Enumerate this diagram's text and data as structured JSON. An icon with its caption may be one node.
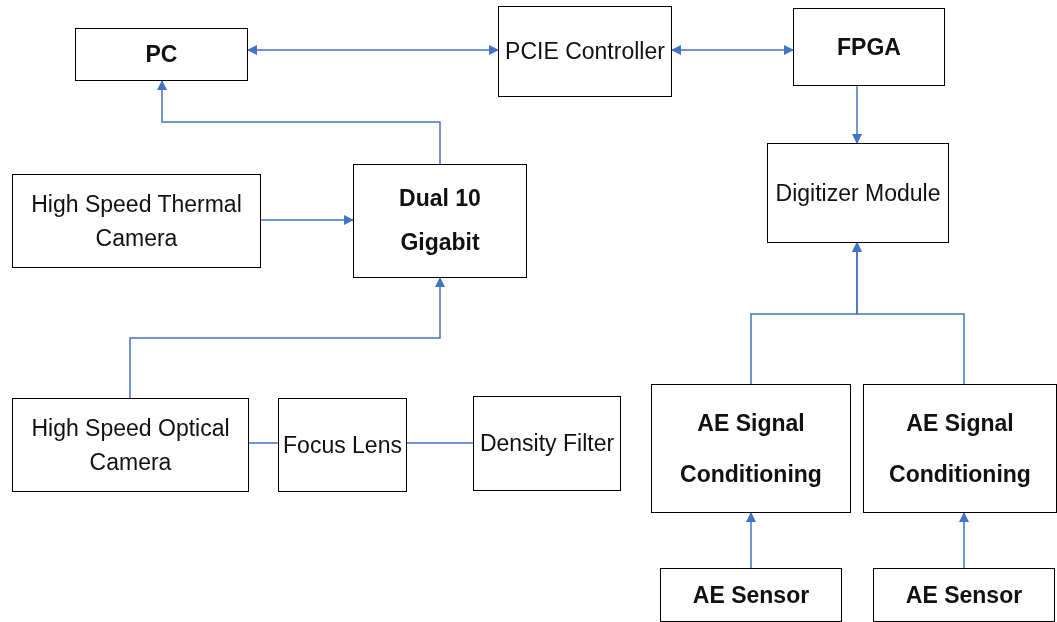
{
  "diagram": {
    "nodes": [
      {
        "text": [
          "PC"
        ]
      },
      {
        "text": [
          "PCIE Controller"
        ]
      },
      {
        "text": [
          "FPGA"
        ]
      },
      {
        "text": [
          "Digitizer Module"
        ]
      },
      {
        "text": [
          "High Speed Thermal Camera"
        ]
      },
      {
        "text": [
          "Dual 10 Gigabit"
        ]
      },
      {
        "text": [
          "High Speed Optical Camera"
        ]
      },
      {
        "text": [
          "Focus Lens"
        ]
      },
      {
        "text": [
          "Density Filter"
        ]
      },
      {
        "text": [
          "AE Signal Conditioning"
        ]
      },
      {
        "text": [
          "AE Signal Conditioning"
        ]
      },
      {
        "text": [
          "AE Sensor"
        ]
      },
      {
        "text": [
          "AE Sensor"
        ]
      }
    ],
    "edges": [
      {
        "from": 0,
        "to": 1,
        "arrow": "both"
      },
      {
        "from": 1,
        "to": 2,
        "arrow": "both"
      },
      {
        "from": 2,
        "to": 3,
        "arrow": "to"
      },
      {
        "from": 5,
        "to": 0,
        "arrow": "to"
      },
      {
        "from": 4,
        "to": 5,
        "arrow": "to"
      },
      {
        "from": 6,
        "to": 5,
        "arrow": "to"
      },
      {
        "from": 6,
        "to": 7,
        "arrow": "none"
      },
      {
        "from": 7,
        "to": 8,
        "arrow": "none"
      },
      {
        "from": 9,
        "to": 3,
        "arrow": "to"
      },
      {
        "from": 10,
        "to": 3,
        "arrow": "to"
      },
      {
        "from": 11,
        "to": 9,
        "arrow": "to"
      },
      {
        "from": 12,
        "to": 10,
        "arrow": "to"
      }
    ]
  }
}
